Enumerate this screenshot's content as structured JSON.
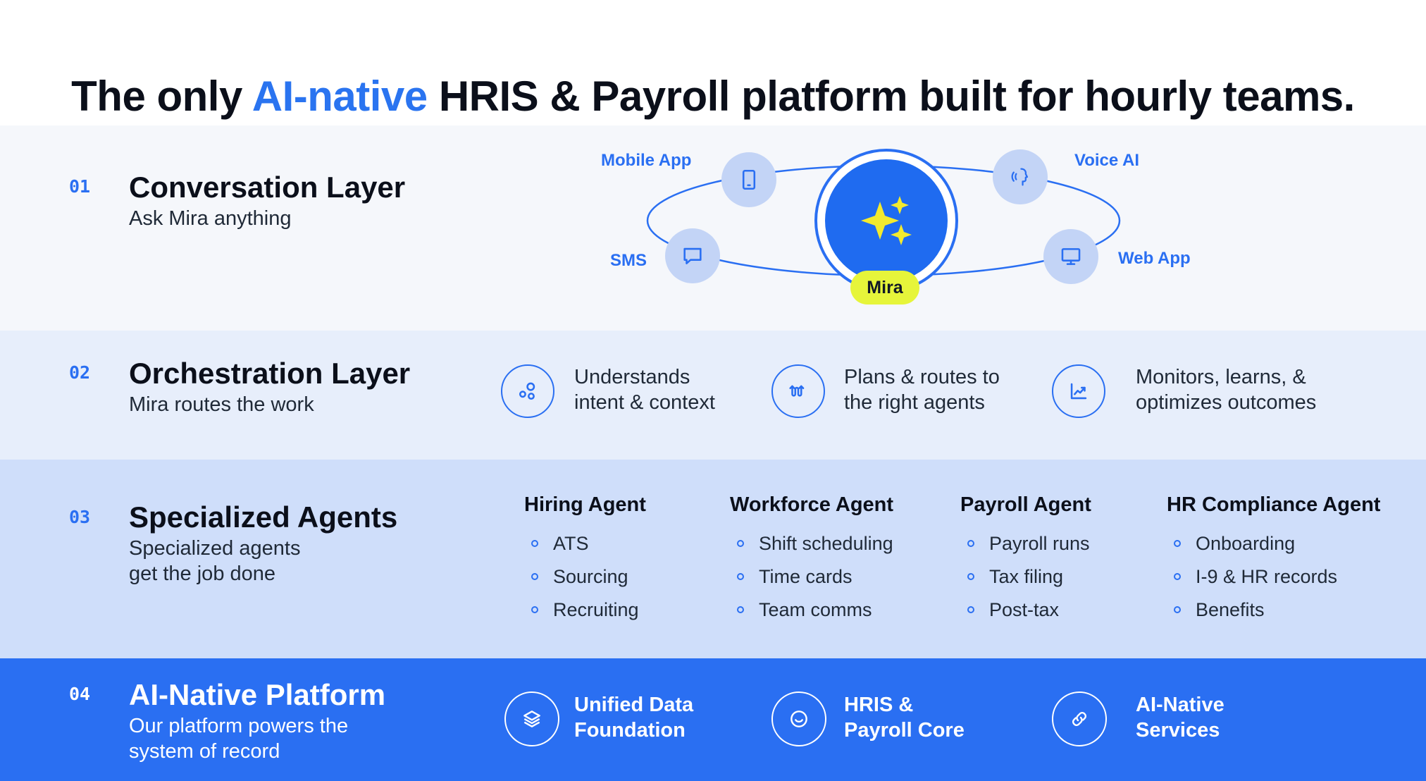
{
  "headline": {
    "before": "The only ",
    "accent": "AI-native",
    "after": " HRIS & Payroll platform built for hourly teams."
  },
  "colors": {
    "accent": "#2a6ff2",
    "mira_pill": "#e6f53a",
    "band_1": "#f5f7fb",
    "band_2": "#e7eefb",
    "band_3": "#cfdefa",
    "band_4": "#2a6ff2"
  },
  "layers": [
    {
      "num": "01",
      "title": "Conversation Layer",
      "subtitle": "Ask Mira anything"
    },
    {
      "num": "02",
      "title": "Orchestration Layer",
      "subtitle": "Mira routes the work"
    },
    {
      "num": "03",
      "title": "Specialized Agents",
      "subtitle": "Specialized agents\nget the job done"
    },
    {
      "num": "04",
      "title": "AI-Native Platform",
      "subtitle": "Our platform powers the\nsystem of record"
    }
  ],
  "conversation": {
    "hub_label": "Mira",
    "hub_icon": "sparkles-icon",
    "channels": [
      {
        "label": "Mobile App",
        "icon": "phone-icon"
      },
      {
        "label": "Voice AI",
        "icon": "voice-icon"
      },
      {
        "label": "SMS",
        "icon": "chat-icon"
      },
      {
        "label": "Web App",
        "icon": "monitor-icon"
      }
    ]
  },
  "orchestration": {
    "features": [
      {
        "text": "Understands\nintent & context",
        "icon": "nodes-icon"
      },
      {
        "text": "Plans & routes to\nthe right agents",
        "icon": "route-icon"
      },
      {
        "text": "Monitors, learns, &\noptimizes outcomes",
        "icon": "trend-chart-icon"
      }
    ]
  },
  "agents": [
    {
      "title": "Hiring Agent",
      "items": [
        "ATS",
        "Sourcing",
        "Recruiting"
      ]
    },
    {
      "title": "Workforce Agent",
      "items": [
        "Shift scheduling",
        "Time cards",
        "Team comms"
      ]
    },
    {
      "title": "Payroll Agent",
      "items": [
        "Payroll runs",
        "Tax filing",
        "Post-tax"
      ]
    },
    {
      "title": "HR Compliance Agent",
      "items": [
        "Onboarding",
        "I-9 & HR records",
        "Benefits"
      ]
    }
  ],
  "platform": {
    "items": [
      {
        "text": "Unified Data\nFoundation",
        "icon": "layers-icon"
      },
      {
        "text": "HRIS &\nPayroll Core",
        "icon": "smile-icon"
      },
      {
        "text": "AI-Native\nServices",
        "icon": "link-icon"
      }
    ]
  }
}
